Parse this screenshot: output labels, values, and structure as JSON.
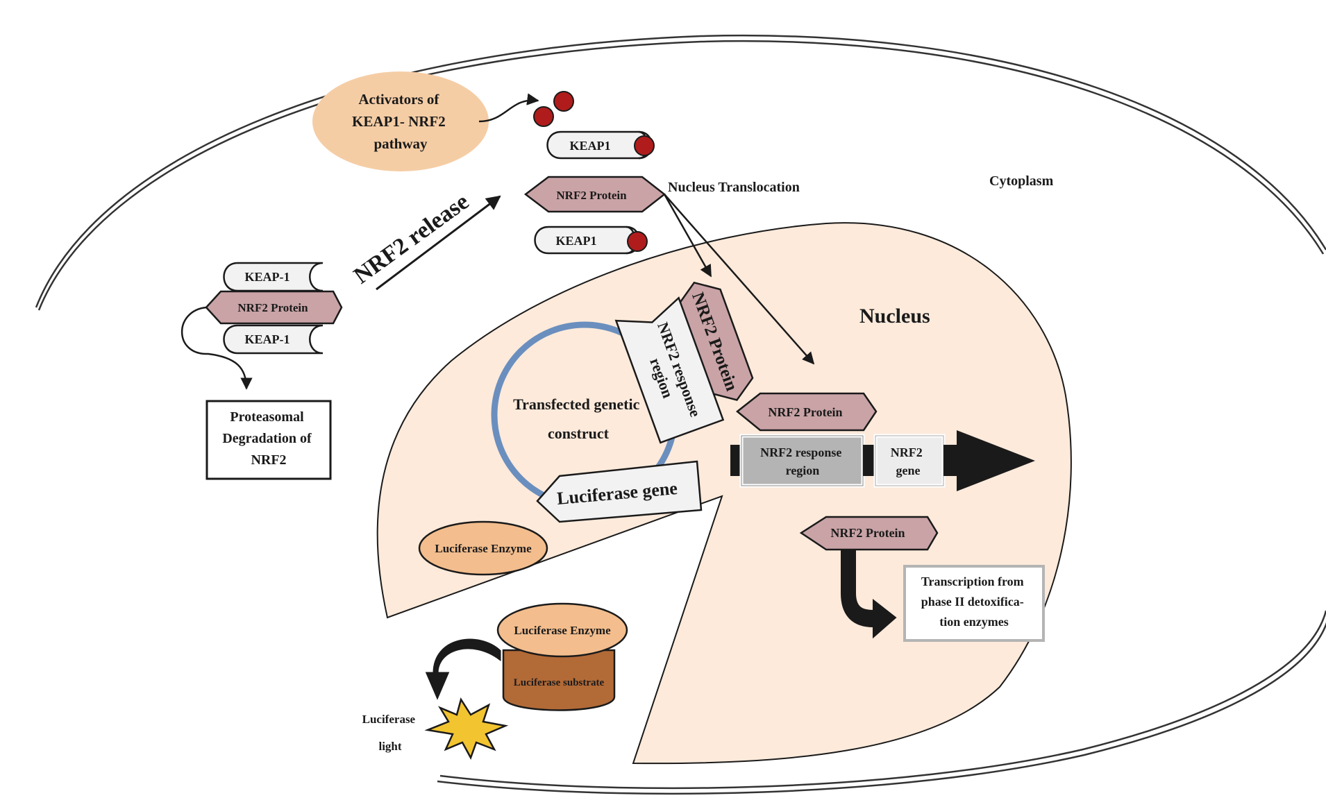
{
  "labels": {
    "activators": [
      "Activators of",
      "KEAP1- NRF2",
      "pathway"
    ],
    "keap1_top": "KEAP1",
    "nrf2_protein_top": "NRF2 Protein",
    "keap1_mid": "KEAP1",
    "nucleus_translocation": "Nucleus Translocation",
    "cytoplasm": "Cytoplasm",
    "nrf2_release": "NRF2 release",
    "keap_1_upper": "KEAP-1",
    "nrf2_protein_complex": "NRF2 Protein",
    "keap_1_lower": "KEAP-1",
    "proteasomal": [
      "Proteasomal",
      "Degradation of",
      "NRF2"
    ],
    "nucleus": "Nucleus",
    "nrf2_protein_rotated": "NRF2 Protein",
    "nrf2_response_region_rotated": [
      "NRF2 response",
      "region"
    ],
    "transfected_construct": [
      "Transfected genetic",
      "construct"
    ],
    "nrf2_protein_nucleus": "NRF2 Protein",
    "nrf2_response_region_gene": [
      "NRF2 response",
      "region"
    ],
    "nrf2_gene": [
      "NRF2",
      "gene"
    ],
    "luciferase_gene": "Luciferase  gene",
    "nrf2_protein_lower": "NRF2 Protein",
    "luciferase_enzyme_nucleus": "Luciferase Enzyme",
    "transcription": [
      "Transcription from",
      "phase II detoxifica-",
      "tion enzymes"
    ],
    "luciferase_enzyme_lid": "Luciferase Enzyme",
    "luciferase_substrate": "Luciferase substrate",
    "luciferase_light": [
      "Luciferase",
      "light"
    ]
  },
  "colors": {
    "keap1_fill": "#f2f2f2",
    "nrf2_fill": "#c9a3a6",
    "activator_fill": "#f5cda5",
    "nucleus_fill": "#fdeadb",
    "plasmid_ring": "#6a8fbe",
    "red_dot": "#b01c1c",
    "enzyme_fill": "#f3bd8d",
    "substrate_fill": "#b26a37",
    "star_fill": "#f2c430",
    "gray_box": "#b4b4b4",
    "dark": "#1a1a1a"
  }
}
